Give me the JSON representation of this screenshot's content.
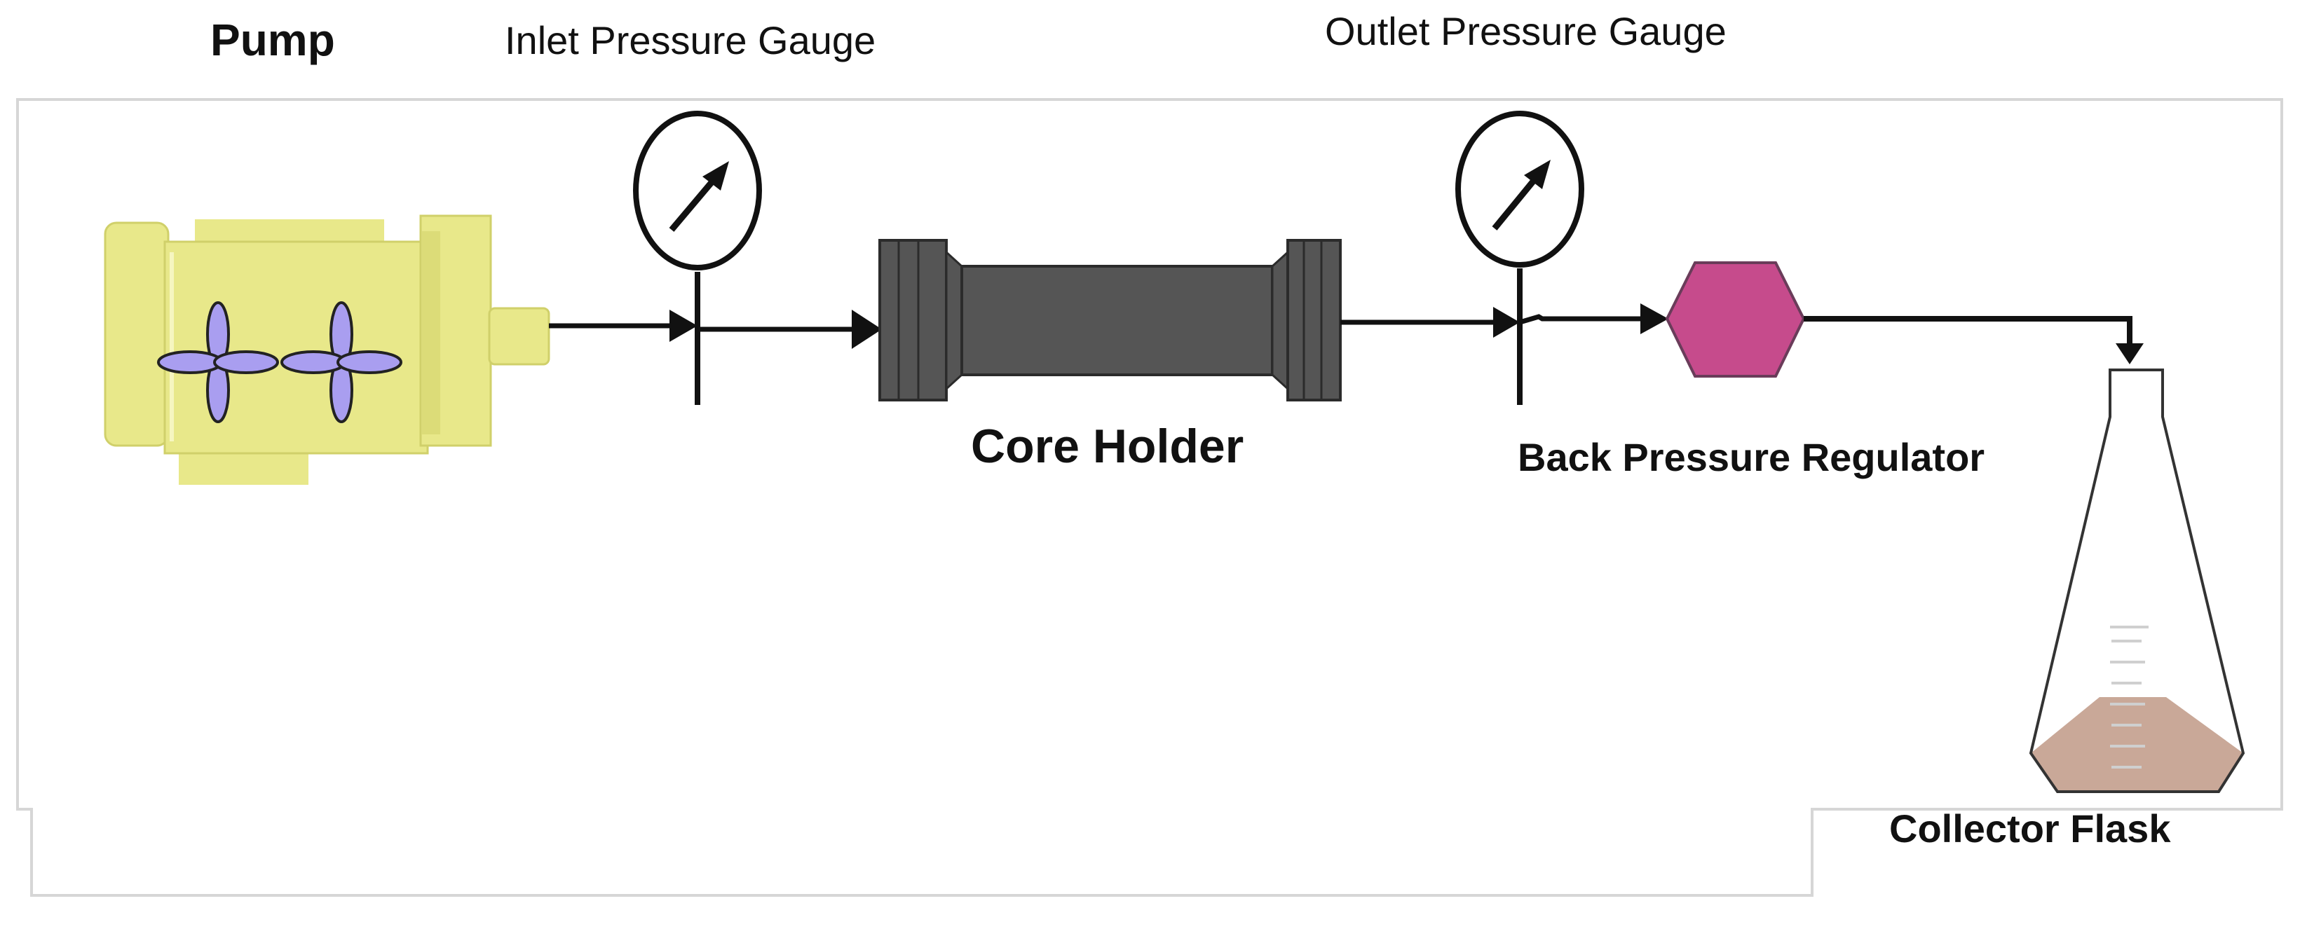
{
  "labels": {
    "pump": "Pump",
    "inlet_gauge": "Inlet Pressure Gauge",
    "outlet_gauge": "Outlet Pressure Gauge",
    "core_holder": "Core Holder",
    "back_pressure_regulator": "Back Pressure Regulator",
    "collector_flask": "Collector Flask"
  },
  "colors": {
    "pump_body": "#e8e88a",
    "pump_impeller": "#a99ef0",
    "core_holder": "#555555",
    "regulator": "#c64b8c",
    "flask_liquid": "#c9a898",
    "line": "#111111",
    "frame": "#d6d6d6"
  }
}
